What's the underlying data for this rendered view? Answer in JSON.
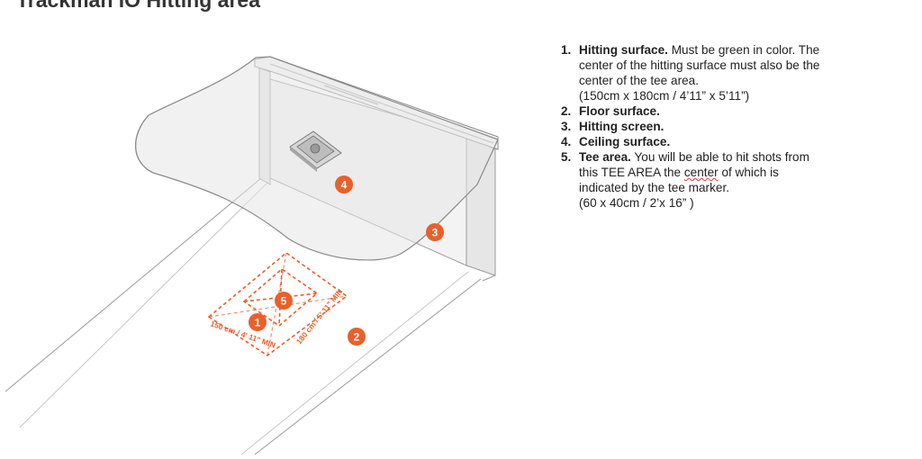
{
  "title": "Trackman IO Hitting area",
  "colors": {
    "accent": "#e8602c",
    "outline": "#8a8a8a",
    "screen_fill": "#f2f2f2",
    "ceiling_fill": "#e3e3e3"
  },
  "diagram": {
    "markers": [
      {
        "id": "1",
        "label": "1"
      },
      {
        "id": "2",
        "label": "2"
      },
      {
        "id": "3",
        "label": "3"
      },
      {
        "id": "4",
        "label": "4"
      },
      {
        "id": "5",
        "label": "5"
      }
    ],
    "dimension_labels": {
      "width": "150 cm / 4' 11\" MIN",
      "depth": "180 cm / 5' 11\" MIN"
    }
  },
  "legend": {
    "items": [
      {
        "number": "1.",
        "term": "Hitting surface.",
        "description_lines": [
          "Must be green in color. The",
          "center of the hitting surface must also be the",
          "center of the tee area.",
          "(150cm x 180cm / 4’11” x 5’11”)"
        ]
      },
      {
        "number": "2.",
        "term": "Floor surface.",
        "description_lines": []
      },
      {
        "number": "3.",
        "term": "Hitting screen.",
        "description_lines": []
      },
      {
        "number": "4.",
        "term": "Ceiling surface.",
        "description_lines": []
      },
      {
        "number": "5.",
        "term": "Tee area.",
        "description_lines": [
          "You will be able to hit shots from",
          "this TEE AREA the",
          "center",
          "of which is",
          "indicated by the tee marker.",
          "(60 x 40cm / 2’x 16” )"
        ]
      }
    ]
  }
}
